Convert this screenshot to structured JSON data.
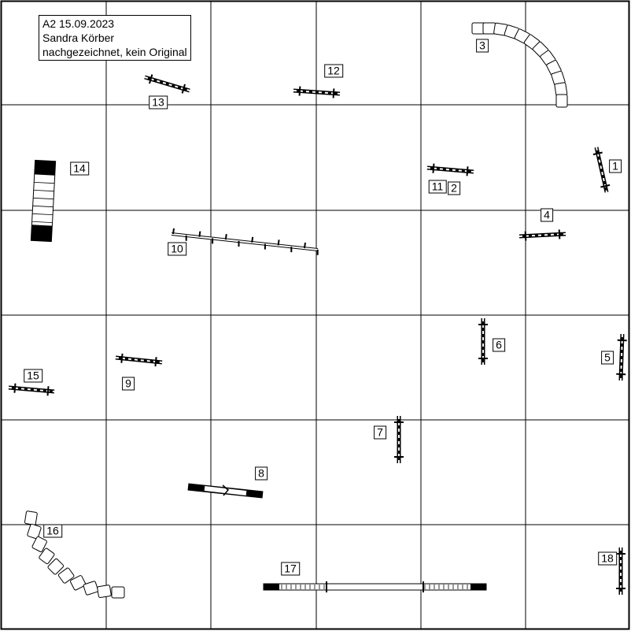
{
  "info": {
    "line1": "A2 15.09.2023",
    "line2": "Sandra Körber",
    "line3": "nachgezeichnet, kein Original"
  },
  "obstacles": [
    {
      "number": "1",
      "type": "jump"
    },
    {
      "number": "2",
      "type": "jump"
    },
    {
      "number": "3",
      "type": "tunnel"
    },
    {
      "number": "4",
      "type": "jump"
    },
    {
      "number": "5",
      "type": "jump"
    },
    {
      "number": "6",
      "type": "jump"
    },
    {
      "number": "7",
      "type": "jump"
    },
    {
      "number": "8",
      "type": "tire"
    },
    {
      "number": "9",
      "type": "jump"
    },
    {
      "number": "10",
      "type": "weave-poles"
    },
    {
      "number": "11",
      "type": "jump"
    },
    {
      "number": "12",
      "type": "jump"
    },
    {
      "number": "13",
      "type": "jump"
    },
    {
      "number": "14",
      "type": "a-frame"
    },
    {
      "number": "15",
      "type": "jump"
    },
    {
      "number": "16",
      "type": "tunnel"
    },
    {
      "number": "17",
      "type": "dogwalk"
    },
    {
      "number": "18",
      "type": "jump"
    }
  ]
}
